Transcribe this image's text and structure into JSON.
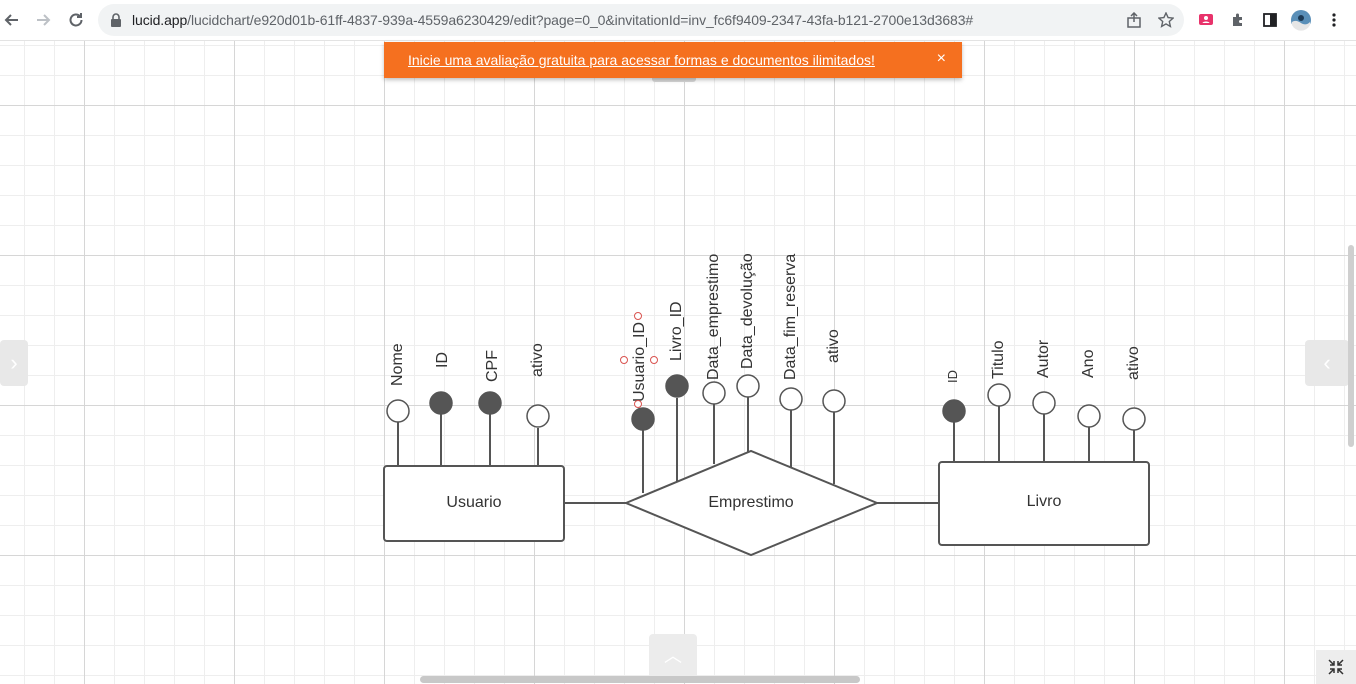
{
  "browser": {
    "url_host": "lucid.app",
    "url_path": "/lucidchart/e920d01b-61ff-4837-939a-4559a6230429/edit?page=0_0&invitationId=inv_fc6f9409-2347-43fa-b121-2700e13d3683#"
  },
  "banner": {
    "text": "Inicie uma avaliação gratuita para acessar formas e documentos ilimitados!",
    "close": "×"
  },
  "diagram": {
    "entities": {
      "usuario": "Usuario",
      "livro": "Livro"
    },
    "relationship": "Emprestimo",
    "usuario_attrs": [
      "Nome",
      "ID",
      "CPF",
      "ativo"
    ],
    "emprestimo_attrs": [
      "Usuario_ID",
      "Livro_ID",
      "Data_emprestimo",
      "Data_devolução",
      "Data_fim_reserva",
      "ativo"
    ],
    "livro_attrs": [
      "ID",
      "Titulo",
      "Autor",
      "Ano",
      "ativo"
    ]
  },
  "colors": {
    "banner": "#f5701f",
    "key_fill": "#555555",
    "stroke": "#555555"
  }
}
